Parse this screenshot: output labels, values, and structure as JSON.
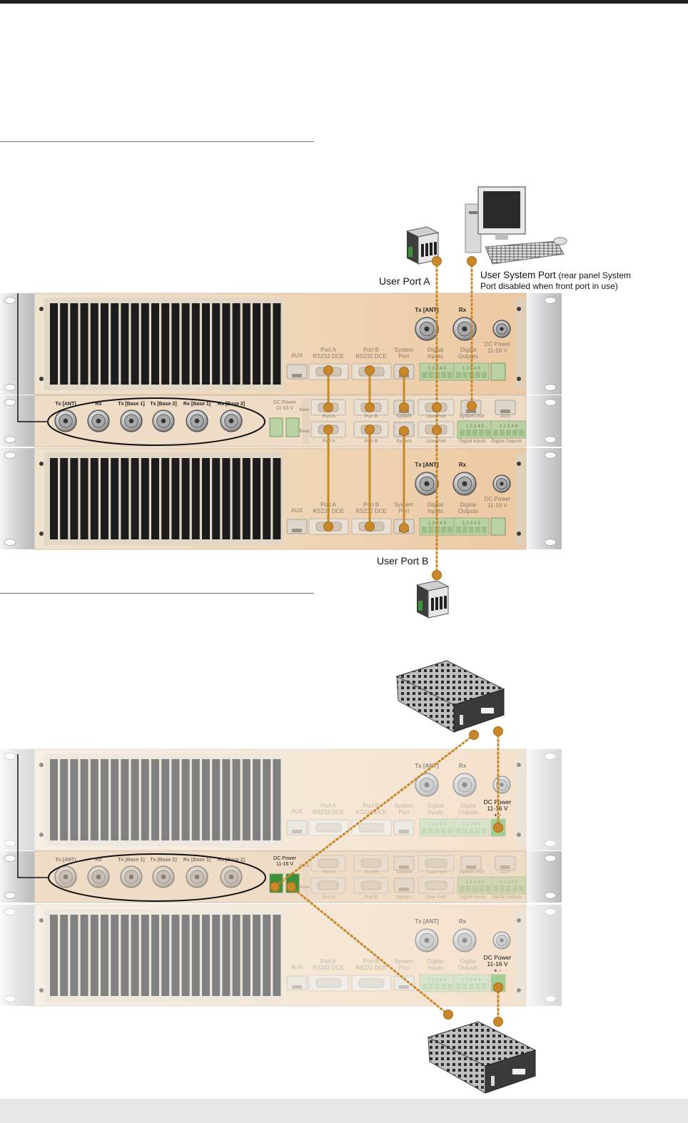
{
  "top_callouts": {
    "user_port_a": "User Port A",
    "user_system_port": "User System Port",
    "user_system_port_note_1": "(rear panel System",
    "user_system_port_note_2": "Port disabled when front port in use)",
    "user_port_b": "User Port B"
  },
  "radio_panel": {
    "tx_ant": "Tx [ANT]",
    "rx": "Rx",
    "dc_power": "DC Power",
    "dc_voltage": "11-16 V",
    "aux": "AUX",
    "port_a": "Port A",
    "port_b": "Port B",
    "rs232_dce": "RS232 DCE",
    "system": "System",
    "port": "Port",
    "digital": "Digital",
    "inputs": "Inputs",
    "outputs": "Outputs",
    "pin_numbers": "1 2 3 4 5"
  },
  "switch_panel": {
    "tx_ant": "Tx [ANT]",
    "rx": "Rx",
    "tx_base1": "Tx [Base 1]",
    "tx_base2": "Tx [Base 2]",
    "rx_base1": "Rx [Base 1]",
    "rx_base2": "Rx [Base 2]",
    "dc_power": "DC Power",
    "dc_voltage": "11-16 V",
    "base1": "Base 1",
    "base2": "Base 2",
    "port_a": "Port A",
    "port_b": "Port B",
    "system": "System",
    "user_port": "User Port",
    "system_port": "System Port",
    "aux": "AUX",
    "digital_inputs": "Digital Inputs",
    "digital_outputs": "Digital Outputs",
    "pin_numbers": "1 2 3 4 5"
  },
  "bottom_callouts": {
    "dc_power": "DC Power",
    "dc_voltage": "11-16 V",
    "polarity": "+ -"
  },
  "colors": {
    "cable": "#c8882a",
    "panel": "#f1dcc4",
    "heatsink": "#1c1c1c",
    "rack_ear": "#d7d8dc"
  }
}
